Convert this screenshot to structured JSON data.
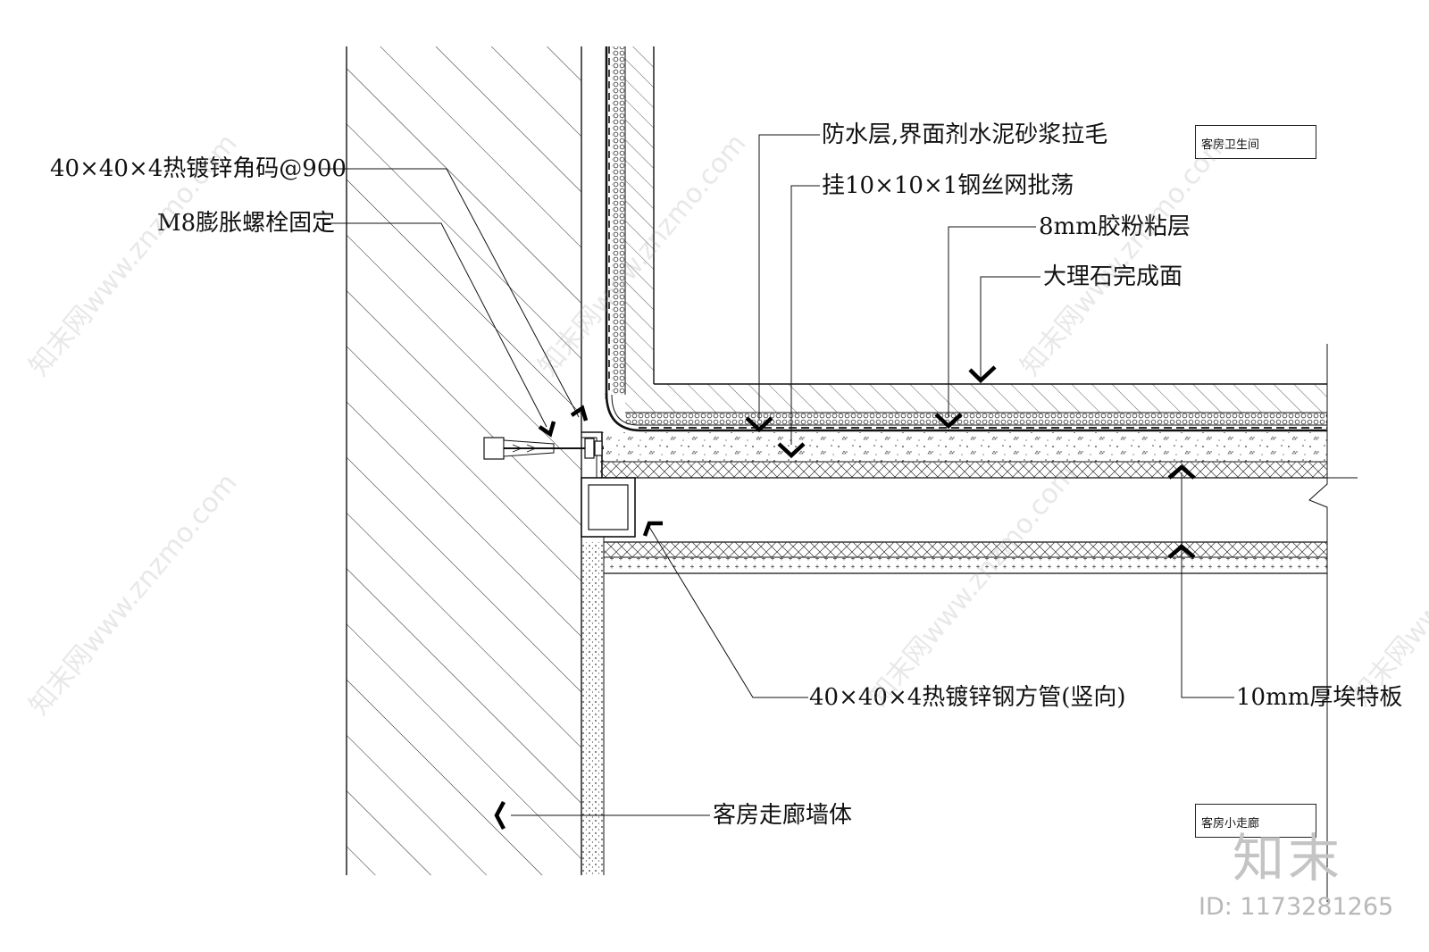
{
  "labels": {
    "angle_bracket": "40×40×4热镀锌角码@900",
    "bolt": "M8膨胀螺栓固定",
    "waterproof": "防水层,界面剂水泥砂浆拉毛",
    "mesh": "挂10×10×1钢丝网批荡",
    "adhesive": "8mm胶粉粘层",
    "marble": "大理石完成面",
    "steel_tube": "40×40×4热镀锌钢方管(竖向)",
    "eter_board": "10mm厚埃特板",
    "corridor_wall": "客房走廊墙体"
  },
  "rooms": {
    "bathroom": "客房卫生间",
    "small_corridor": "客房小走廊"
  },
  "brand": {
    "logo": "知末",
    "id": "ID: 1173281265",
    "watermark": "知末网www.znzmo.com"
  }
}
